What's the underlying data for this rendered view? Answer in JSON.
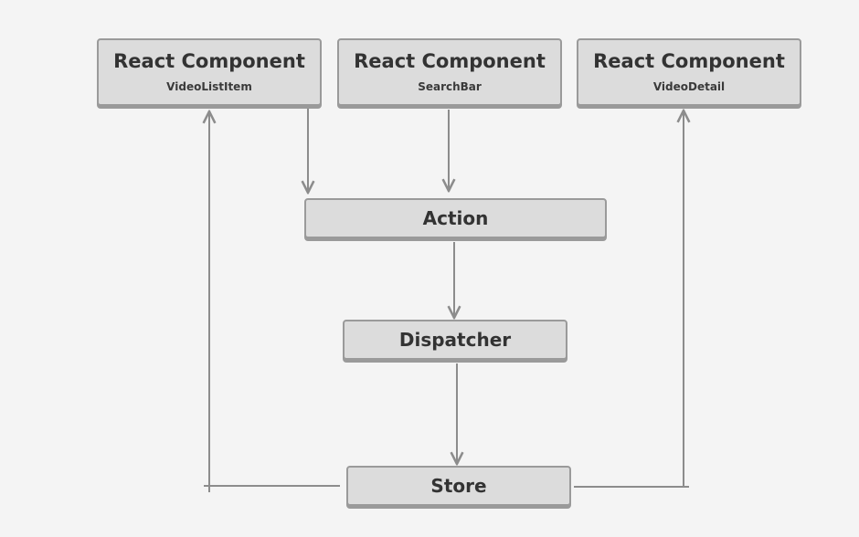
{
  "components": [
    {
      "title": "React Component",
      "subtitle": "VideoListItem"
    },
    {
      "title": "React Component",
      "subtitle": "SearchBar"
    },
    {
      "title": "React Component",
      "subtitle": "VideoDetail"
    }
  ],
  "action": {
    "label": "Action"
  },
  "dispatcher": {
    "label": "Dispatcher"
  },
  "store": {
    "label": "Store"
  },
  "colors": {
    "background": "#f4f4f4",
    "box_fill": "#dcdcdc",
    "box_border": "#9a9a9a",
    "arrow": "#8c8c8c",
    "text": "#333333"
  }
}
